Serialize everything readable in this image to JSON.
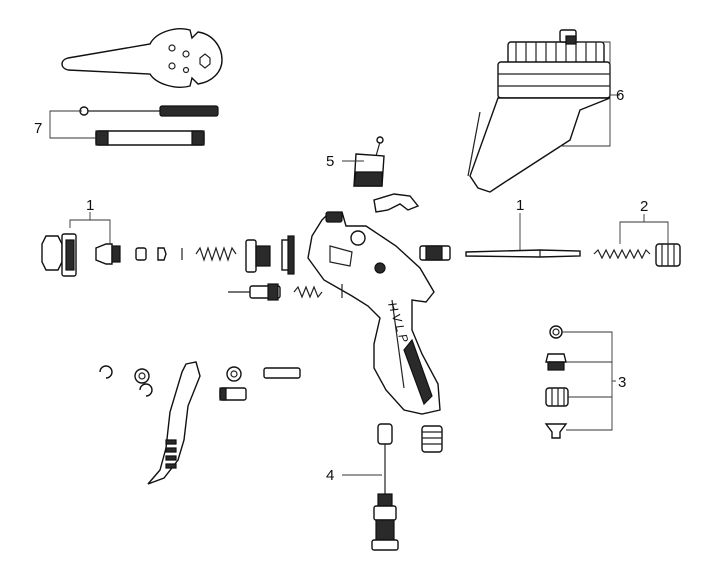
{
  "diagram": {
    "callouts": [
      {
        "id": "c1-left",
        "label": "1"
      },
      {
        "id": "c1-right",
        "label": "1"
      },
      {
        "id": "c2",
        "label": "2"
      },
      {
        "id": "c3",
        "label": "3"
      },
      {
        "id": "c4",
        "label": "4"
      },
      {
        "id": "c5",
        "label": "5"
      },
      {
        "id": "c6",
        "label": "6"
      },
      {
        "id": "c7",
        "label": "7"
      }
    ],
    "gun_engraving": "H V L P"
  }
}
